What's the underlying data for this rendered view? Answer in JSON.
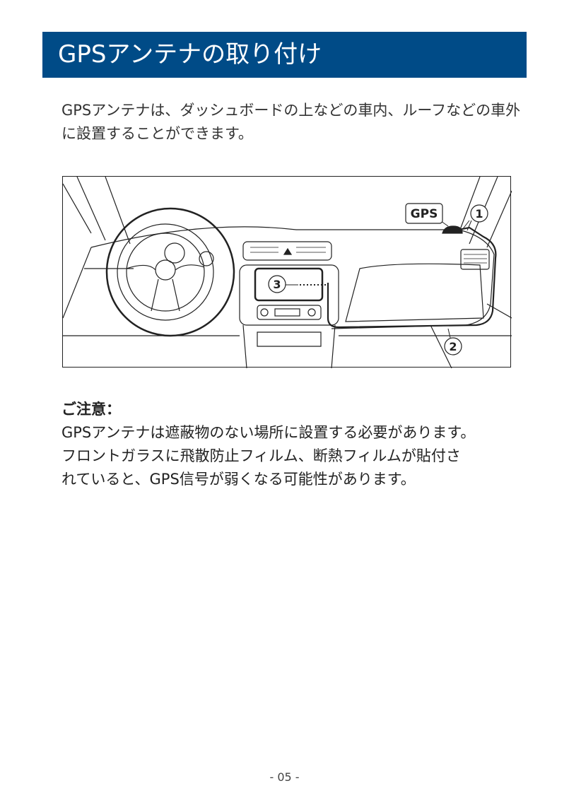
{
  "header": {
    "title": "GPSアンテナの取り付け"
  },
  "intro": {
    "text": "GPSアンテナは、ダッシュボードの上などの車内、ルーフなどの車外に設置することができます。"
  },
  "figure": {
    "gps_label": "GPS",
    "callouts": [
      "1",
      "2",
      "3"
    ]
  },
  "note": {
    "title": "ご注意：",
    "lines": [
      "GPSアンテナは遮蔽物のない場所に設置する必要があります。",
      "フロントガラスに飛散防止フィルム、断熱フィルムが貼付さ",
      "れていると、GPS信号が弱くなる可能性があります。"
    ]
  },
  "footer": {
    "page": "- 05 -"
  }
}
